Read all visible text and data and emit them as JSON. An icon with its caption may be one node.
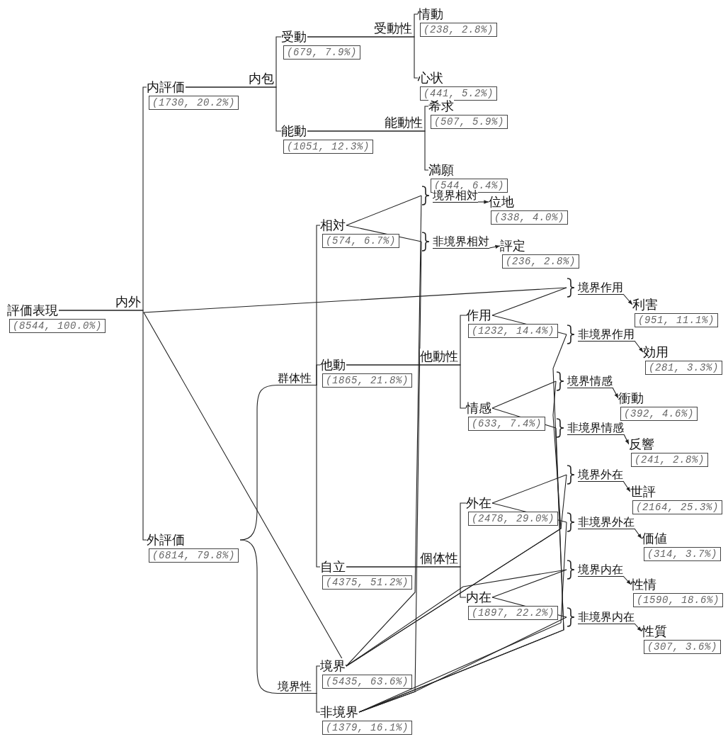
{
  "diagram": {
    "nodes": [
      {
        "text": [
          "評価表現",
          "(8544, 100.0%)"
        ]
      },
      {
        "text": [
          "内評価",
          "(1730, 20.2%)"
        ]
      },
      {
        "text": [
          "外評価",
          "(6814, 79.8%)"
        ]
      },
      {
        "text": [
          "受動",
          "(679, 7.9%)"
        ]
      },
      {
        "text": [
          "能動",
          "(1051, 12.3%)"
        ]
      },
      {
        "text": [
          "情動",
          "(238, 2.8%)"
        ]
      },
      {
        "text": [
          "心状",
          "(441, 5.2%)"
        ]
      },
      {
        "text": [
          "希求",
          "(507, 5.9%)"
        ]
      },
      {
        "text": [
          "満願",
          "(544, 6.4%)"
        ]
      },
      {
        "text": [
          "群体性"
        ]
      },
      {
        "text": [
          "境界性"
        ]
      },
      {
        "text": [
          "相対",
          "(574, 6.7%)"
        ]
      },
      {
        "text": [
          "他動",
          "(1865, 21.8%)"
        ]
      },
      {
        "text": [
          "自立",
          "(4375, 51.2%)"
        ]
      },
      {
        "text": [
          "境界",
          "(5435, 63.6%)"
        ]
      },
      {
        "text": [
          "非境界",
          "(1379, 16.1%)"
        ]
      },
      {
        "text": [
          "作用",
          "(1232, 14.4%)"
        ]
      },
      {
        "text": [
          "情感",
          "(633, 7.4%)"
        ]
      },
      {
        "text": [
          "外在",
          "(2478, 29.0%)"
        ]
      },
      {
        "text": [
          "内在",
          "(1897, 22.2%)"
        ]
      },
      {
        "text": [
          "境界相対"
        ]
      },
      {
        "text": [
          "位地",
          "(338, 4.0%)"
        ]
      },
      {
        "text": [
          "非境界相対"
        ]
      },
      {
        "text": [
          "評定",
          "(236, 2.8%)"
        ]
      },
      {
        "text": [
          "境界作用"
        ]
      },
      {
        "text": [
          "利害",
          "(951, 11.1%)"
        ]
      },
      {
        "text": [
          "非境界作用"
        ]
      },
      {
        "text": [
          "効用",
          "(281, 3.3%)"
        ]
      },
      {
        "text": [
          "境界情感"
        ]
      },
      {
        "text": [
          "衝動",
          "(392, 4.6%)"
        ]
      },
      {
        "text": [
          "非境界情感"
        ]
      },
      {
        "text": [
          "反響",
          "(241, 2.8%)"
        ]
      },
      {
        "text": [
          "境界外在"
        ]
      },
      {
        "text": [
          "世評",
          "(2164, 25.3%)"
        ]
      },
      {
        "text": [
          "非境界外在"
        ]
      },
      {
        "text": [
          "価値",
          "(314, 3.7%)"
        ]
      },
      {
        "text": [
          "境界内在"
        ]
      },
      {
        "text": [
          "性情",
          "(1590, 18.6%)"
        ]
      },
      {
        "text": [
          "非境界内在"
        ]
      },
      {
        "text": [
          "性質",
          "(307, 3.6%)"
        ]
      }
    ],
    "edges": [
      {
        "from": 0,
        "to": 1,
        "arrow": "none",
        "label": "内外"
      },
      {
        "from": 0,
        "to": 2,
        "arrow": "none"
      },
      {
        "from": 1,
        "to": 3,
        "arrow": "none",
        "label": "内包"
      },
      {
        "from": 1,
        "to": 4,
        "arrow": "none"
      },
      {
        "from": 3,
        "to": 5,
        "arrow": "none",
        "label": "受動性"
      },
      {
        "from": 3,
        "to": 6,
        "arrow": "none"
      },
      {
        "from": 4,
        "to": 7,
        "arrow": "none",
        "label": "能動性"
      },
      {
        "from": 4,
        "to": 8,
        "arrow": "none"
      },
      {
        "from": 2,
        "to": 9,
        "arrow": "none"
      },
      {
        "from": 2,
        "to": 10,
        "arrow": "none"
      },
      {
        "from": 9,
        "to": 11,
        "arrow": "none"
      },
      {
        "from": 9,
        "to": 12,
        "arrow": "none"
      },
      {
        "from": 9,
        "to": 13,
        "arrow": "none"
      },
      {
        "from": 10,
        "to": 14,
        "arrow": "none"
      },
      {
        "from": 10,
        "to": 15,
        "arrow": "none"
      },
      {
        "from": 12,
        "to": 16,
        "arrow": "none",
        "label": "他動性"
      },
      {
        "from": 12,
        "to": 17,
        "arrow": "none"
      },
      {
        "from": 13,
        "to": 18,
        "arrow": "none",
        "label": "個体性"
      },
      {
        "from": 13,
        "to": 19,
        "arrow": "none"
      },
      {
        "from": 11,
        "to": 20,
        "arrow": "none"
      },
      {
        "from": 11,
        "to": 22,
        "arrow": "none"
      },
      {
        "from": 14,
        "to": 20,
        "arrow": "none"
      },
      {
        "from": 15,
        "to": 22,
        "arrow": "none"
      },
      {
        "from": 16,
        "to": 24,
        "arrow": "none"
      },
      {
        "from": 16,
        "to": 26,
        "arrow": "none"
      },
      {
        "from": 14,
        "to": 24,
        "arrow": "none"
      },
      {
        "from": 15,
        "to": 26,
        "arrow": "none"
      },
      {
        "from": 17,
        "to": 28,
        "arrow": "none"
      },
      {
        "from": 17,
        "to": 30,
        "arrow": "none"
      },
      {
        "from": 14,
        "to": 28,
        "arrow": "none"
      },
      {
        "from": 15,
        "to": 30,
        "arrow": "none"
      },
      {
        "from": 18,
        "to": 32,
        "arrow": "none"
      },
      {
        "from": 18,
        "to": 34,
        "arrow": "none"
      },
      {
        "from": 14,
        "to": 32,
        "arrow": "none"
      },
      {
        "from": 15,
        "to": 34,
        "arrow": "none"
      },
      {
        "from": 19,
        "to": 36,
        "arrow": "none"
      },
      {
        "from": 19,
        "to": 38,
        "arrow": "none"
      },
      {
        "from": 14,
        "to": 36,
        "arrow": "none"
      },
      {
        "from": 15,
        "to": 38,
        "arrow": "none"
      },
      {
        "from": 20,
        "to": 21,
        "arrow": "to"
      },
      {
        "from": 22,
        "to": 23,
        "arrow": "to"
      },
      {
        "from": 24,
        "to": 25,
        "arrow": "to"
      },
      {
        "from": 26,
        "to": 27,
        "arrow": "to"
      },
      {
        "from": 28,
        "to": 29,
        "arrow": "to"
      },
      {
        "from": 30,
        "to": 31,
        "arrow": "to"
      },
      {
        "from": 32,
        "to": 33,
        "arrow": "to"
      },
      {
        "from": 34,
        "to": 35,
        "arrow": "to"
      },
      {
        "from": 36,
        "to": 37,
        "arrow": "to"
      },
      {
        "from": 38,
        "to": 39,
        "arrow": "to"
      }
    ]
  }
}
